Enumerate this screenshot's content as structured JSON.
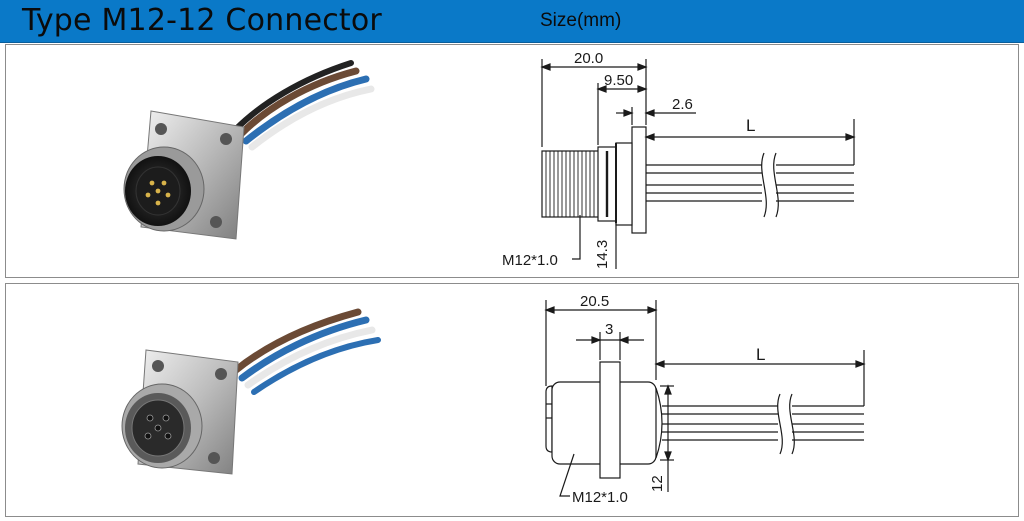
{
  "header": {
    "title": "Type M12-12 Connector",
    "subtitle": "Size(mm)"
  },
  "colors": {
    "header_bg": "#0a79c8",
    "panel_border": "#8c8c8c",
    "line": "#1a1a1a",
    "wire_brown": "#6b4a35",
    "wire_blue": "#2c6fb3",
    "wire_white": "#e8e8e8",
    "wire_black": "#222222"
  },
  "panels": [
    {
      "variant": "male",
      "dims": {
        "overall": "20.0",
        "thread_length": "9.50",
        "flange": "2.6",
        "cable": "L",
        "height": "14.3",
        "thread": "M12*1.0"
      }
    },
    {
      "variant": "female",
      "dims": {
        "overall": "20.5",
        "flange": "3",
        "cable": "L",
        "height": "12",
        "thread": "M12*1.0"
      }
    }
  ]
}
